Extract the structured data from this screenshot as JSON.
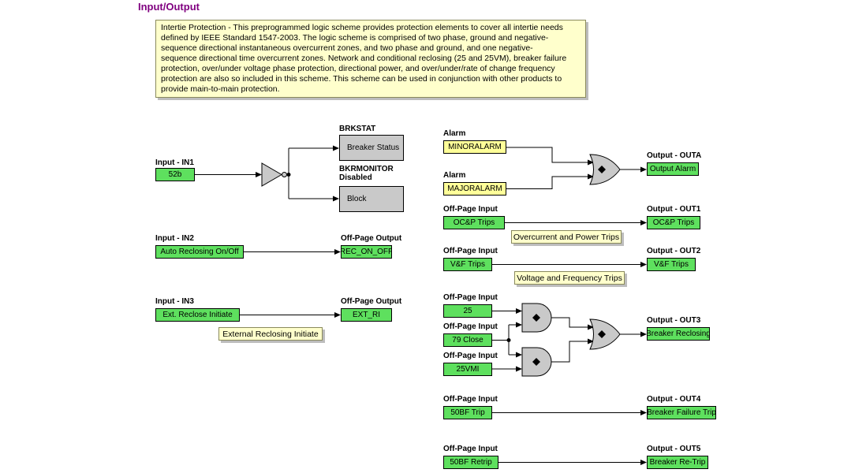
{
  "title": "Input/Output",
  "note": {
    "text": "Intertie Protection - This preprogrammed logic scheme provides protection elements to cover all intertie needs\ndefined by IEEE Standard 1547-2003. The logic scheme is comprised of two phase, ground and negative-\nsequence directional instantaneous overcurrent zones, and two phase and ground, and one negative-\nsequence directional time overcurrent zones. Network and conditional reclosing (25 and 25VM), breaker failure\nprotection, over/under voltage phase protection, directional power, and over/under/rate of change frequency\nprotection are also so included in this scheme. This scheme can be used in conjunction with other products to\nprovide main-to-main protection."
  },
  "colors": {
    "accent_title": "#800080",
    "operand_green": "#5ee05e",
    "alarm_yellow": "#ffff99",
    "note_yellow": "#ffffcc",
    "block_gray": "#c9c9c9"
  },
  "diagram": {
    "in1": {
      "label": "Input - IN1",
      "value": "52b"
    },
    "brkstat": {
      "label": "BRKSTAT",
      "value": "Breaker Status"
    },
    "bkrmonitor": {
      "label": "BKRMONITOR",
      "sublabel": "Disabled",
      "value": "Block"
    },
    "in2": {
      "label": "Input - IN2",
      "value": "Auto Reclosing On/Off"
    },
    "rec": {
      "label": "Off-Page Output",
      "value": "REC_ON_OFF"
    },
    "in3": {
      "label": "Input - IN3",
      "value": "Ext. Reclose Initiate"
    },
    "extri": {
      "label": "Off-Page Output",
      "value": "EXT_RI"
    },
    "comment_reclosing": "External Reclosing Initiate",
    "minoralarm": {
      "label": "Alarm",
      "value": "MINORALARM"
    },
    "majoralarm": {
      "label": "Alarm",
      "value": "MAJORALARM"
    },
    "outa": {
      "label": "Output - OUTA",
      "value": "Output Alarm"
    },
    "ocp_in": {
      "label": "Off-Page Input",
      "value": "OC&P Trips"
    },
    "out1": {
      "label": "Output - OUT1",
      "value": "OC&P Trips"
    },
    "comment_overcurrent": "Overcurrent and Power Trips",
    "vf_in": {
      "label": "Off-Page Input",
      "value": "V&F Trips"
    },
    "out2": {
      "label": "Output - OUT2",
      "value": "V&F Trips"
    },
    "comment_voltage": "Voltage and Frequency Trips",
    "in25": {
      "label": "Off-Page Input",
      "value": "25"
    },
    "in79": {
      "label": "Off-Page Input",
      "value": "79 Close"
    },
    "in25vmi": {
      "label": "Off-Page Input",
      "value": "25VMI"
    },
    "out3": {
      "label": "Output - OUT3",
      "value": "Breaker Reclosing"
    },
    "in50bf": {
      "label": "Off-Page Input",
      "value": "50BF Trip"
    },
    "out4": {
      "label": "Output - OUT4",
      "value": "Breaker Failure Trip"
    },
    "in50bfr": {
      "label": "Off-Page Input",
      "value": "50BF Retrip"
    },
    "out5": {
      "label": "Output - OUT5",
      "value": "Breaker Re-Trip"
    }
  }
}
